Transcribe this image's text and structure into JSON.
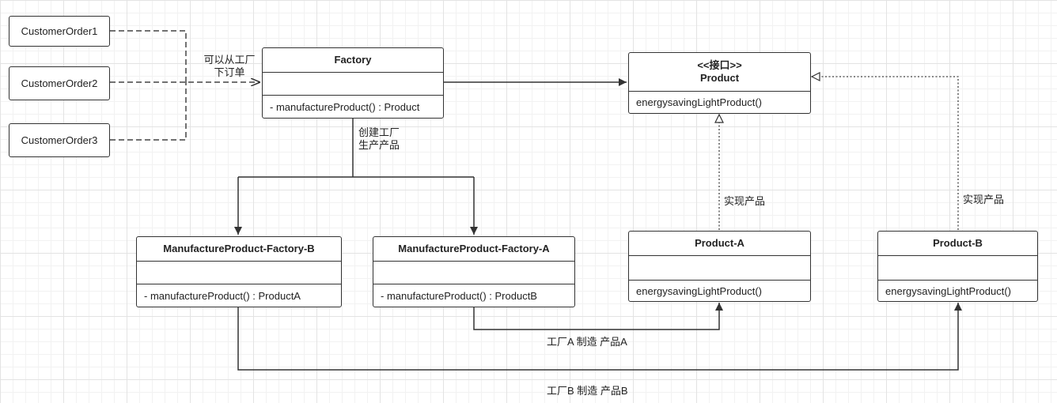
{
  "customers": [
    "CustomerOrder1",
    "CustomerOrder2",
    "CustomerOrder3"
  ],
  "factory": {
    "name": "Factory",
    "operation": "- manufactureProduct() : Product"
  },
  "product_interface": {
    "stereotype": "<<接口>>",
    "name": "Product",
    "operation": "energysavingLightProduct()"
  },
  "factory_b": {
    "name": "ManufactureProduct-Factory-B",
    "operation": "- manufactureProduct() : ProductA"
  },
  "factory_a": {
    "name": "ManufactureProduct-Factory-A",
    "operation": "- manufactureProduct() : ProductB"
  },
  "product_a": {
    "name": "Product-A",
    "operation": "energysavingLightProduct()"
  },
  "product_b": {
    "name": "Product-B",
    "operation": "energysavingLightProduct()"
  },
  "labels": {
    "order_line1": "可以从工厂",
    "order_line2": "下订单",
    "create_line1": "创建工厂",
    "create_line2": "生产产品",
    "implement_a": "实现产品",
    "implement_b": "实现产品",
    "factory_a_makes": "工厂A 制造 产品A",
    "factory_b_makes": "工厂B 制造 产品B"
  }
}
